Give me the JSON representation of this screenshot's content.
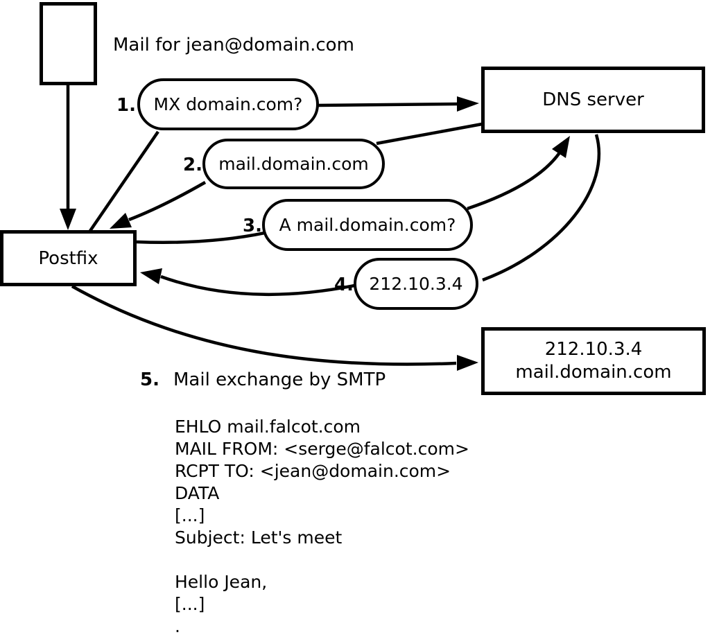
{
  "diagram": {
    "title_label": "Mail for jean@domain.com",
    "nodes": {
      "postfix": "Postfix",
      "dns_server": "DNS server",
      "mail_server_line1": "212.10.3.4",
      "mail_server_line2": "mail.domain.com"
    },
    "steps": [
      {
        "num": "1.",
        "label": "MX domain.com?"
      },
      {
        "num": "2.",
        "label": "mail.domain.com"
      },
      {
        "num": "3.",
        "label": "A mail.domain.com?"
      },
      {
        "num": "4.",
        "label": "212.10.3.4"
      },
      {
        "num": "5.",
        "label": "Mail exchange by SMTP"
      }
    ],
    "smtp": {
      "lines": [
        "EHLO mail.falcot.com",
        "MAIL FROM: <serge@falcot.com>",
        "RCPT TO: <jean@domain.com>",
        "DATA",
        "[...]",
        "Subject: Let's meet",
        "",
        "Hello Jean,",
        "[...]",
        "."
      ]
    }
  }
}
